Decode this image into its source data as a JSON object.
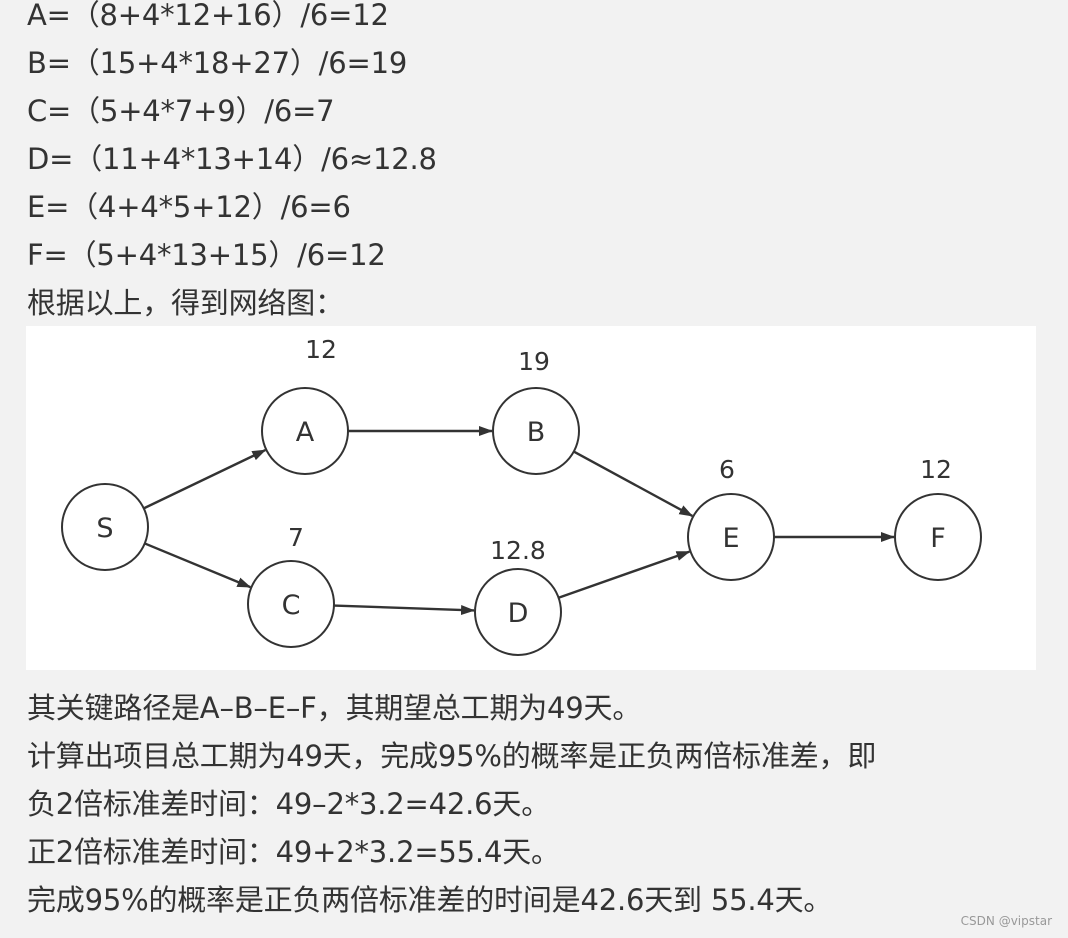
{
  "formulas": [
    "A=（8+4*12+16）/6=12",
    "B=（15+4*18+27）/6=19",
    "C=（5+4*7+9）/6=7",
    "D=（11+4*13+14）/6≈12.8",
    "E=（4+4*5+12）/6=6",
    "F=（5+4*13+15）/6=12"
  ],
  "intro": "根据以上，得到网络图：",
  "diagram": {
    "nodes": [
      {
        "id": "S",
        "label": "S",
        "duration": ""
      },
      {
        "id": "A",
        "label": "A",
        "duration": "12"
      },
      {
        "id": "B",
        "label": "B",
        "duration": "19"
      },
      {
        "id": "C",
        "label": "C",
        "duration": "7"
      },
      {
        "id": "D",
        "label": "D",
        "duration": "12.8"
      },
      {
        "id": "E",
        "label": "E",
        "duration": "6"
      },
      {
        "id": "F",
        "label": "F",
        "duration": "12"
      }
    ],
    "edges": [
      [
        "S",
        "A"
      ],
      [
        "A",
        "B"
      ],
      [
        "B",
        "E"
      ],
      [
        "S",
        "C"
      ],
      [
        "C",
        "D"
      ],
      [
        "D",
        "E"
      ],
      [
        "E",
        "F"
      ]
    ]
  },
  "conclusion": [
    "其关键路径是A–B–E–F，其期望总工期为49天。",
    "计算出项目总工期为49天，完成95%的概率是正负两倍标准差，即",
    "负2倍标准差时间：49–2*3.2=42.6天。",
    "正2倍标准差时间：49+2*3.2=55.4天。",
    "完成95%的概率是正负两倍标准差的时间是42.6天到 55.4天。"
  ],
  "watermark": "CSDN @vipstar"
}
